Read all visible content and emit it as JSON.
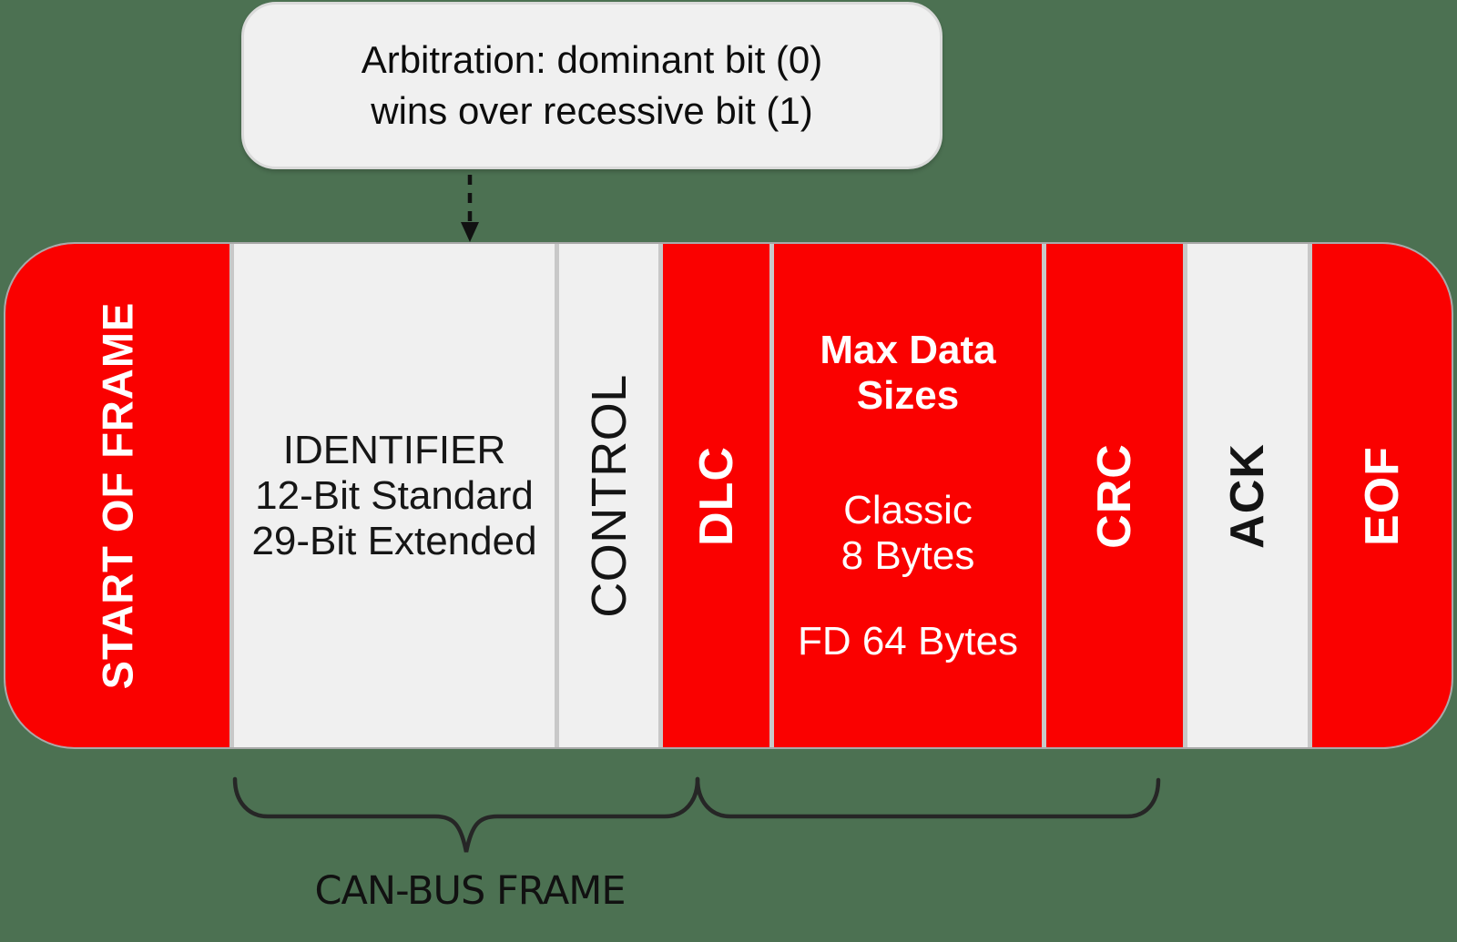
{
  "diagram": {
    "callout": {
      "line1": "Arbitration: dominant bit (0)",
      "line2": "wins over recessive bit (1)"
    },
    "frame_label": "CAN-BUS FRAME",
    "bar": {
      "segments": [
        {
          "id": "start-of-frame",
          "label": "START OF FRAME",
          "color": "red"
        },
        {
          "id": "identifier",
          "lines": [
            "IDENTIFIER",
            "12-Bit Standard",
            "29-Bit Extended"
          ],
          "color": "light-gray"
        },
        {
          "id": "control",
          "label": "CONTROL",
          "color": "light-gray"
        },
        {
          "id": "dlc",
          "label": "DLC",
          "color": "red"
        },
        {
          "id": "max-data",
          "heading_line1": "Max Data",
          "heading_line2": "Sizes",
          "detail_line1": "Classic",
          "detail_line2": "8 Bytes",
          "detail_line3": "FD 64 Bytes",
          "color": "red"
        },
        {
          "id": "crc",
          "label": "CRC",
          "color": "red"
        },
        {
          "id": "ack",
          "label": "ACK",
          "color": "light-gray"
        },
        {
          "id": "eof",
          "label": "EOF",
          "color": "red"
        }
      ]
    },
    "colors": {
      "background": "#4c7152",
      "segment_red": "#fa0100",
      "segment_gray": "#f0f0f0",
      "callout_fill": "#f0f0f0",
      "text_dark": "#111111",
      "text_light": "#ffffff",
      "brace": "#262626"
    }
  }
}
